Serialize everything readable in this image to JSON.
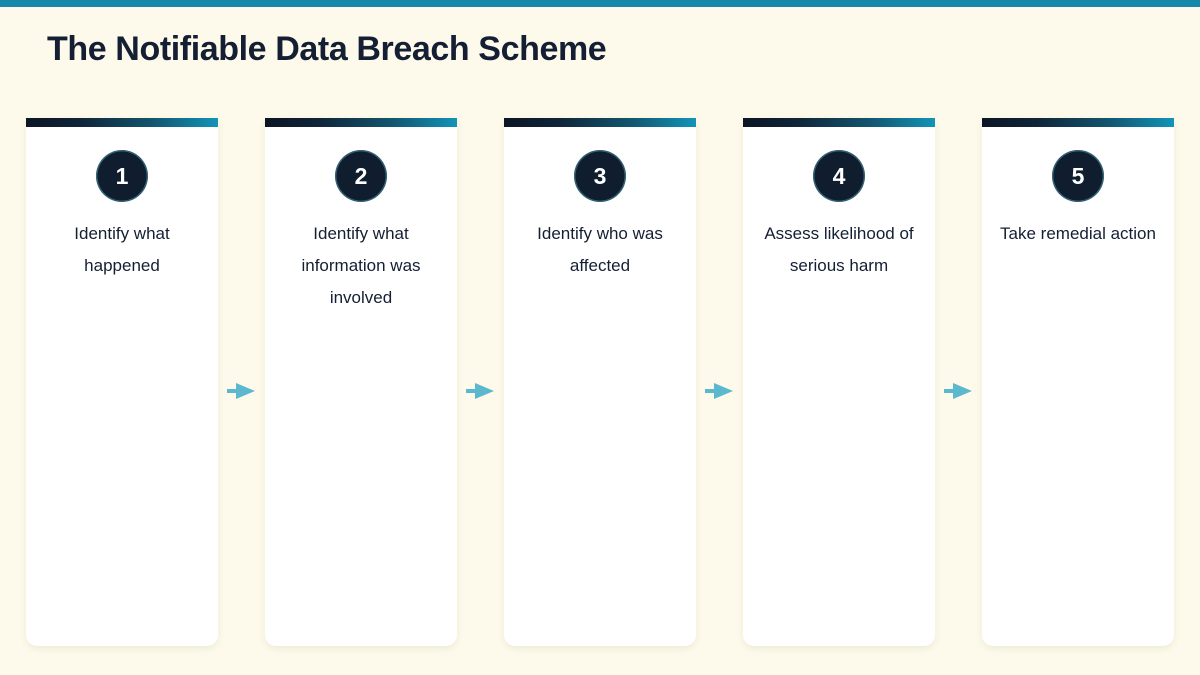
{
  "page": {
    "title": "The Notifiable Data Breach Scheme",
    "background_color": "#fdfaeb",
    "accent_color": "#1489ab",
    "card_background": "#ffffff",
    "badge_color": "#0f1d2e",
    "arrow_color": "#5cb8cf",
    "text_color": "#141f33"
  },
  "top_strip": {
    "color": "#1489ab"
  },
  "steps": [
    {
      "number": "1",
      "label": "Identify what happened"
    },
    {
      "number": "2",
      "label": "Identify what information was involved"
    },
    {
      "number": "3",
      "label": "Identify who was affected"
    },
    {
      "number": "4",
      "label": "Assess likelihood of serious harm"
    },
    {
      "number": "5",
      "label": "Take remedial action"
    }
  ],
  "connectors": [
    {
      "name": "arrow-1-to-2"
    },
    {
      "name": "arrow-2-to-3"
    },
    {
      "name": "arrow-3-to-4"
    },
    {
      "name": "arrow-4-to-5"
    }
  ]
}
